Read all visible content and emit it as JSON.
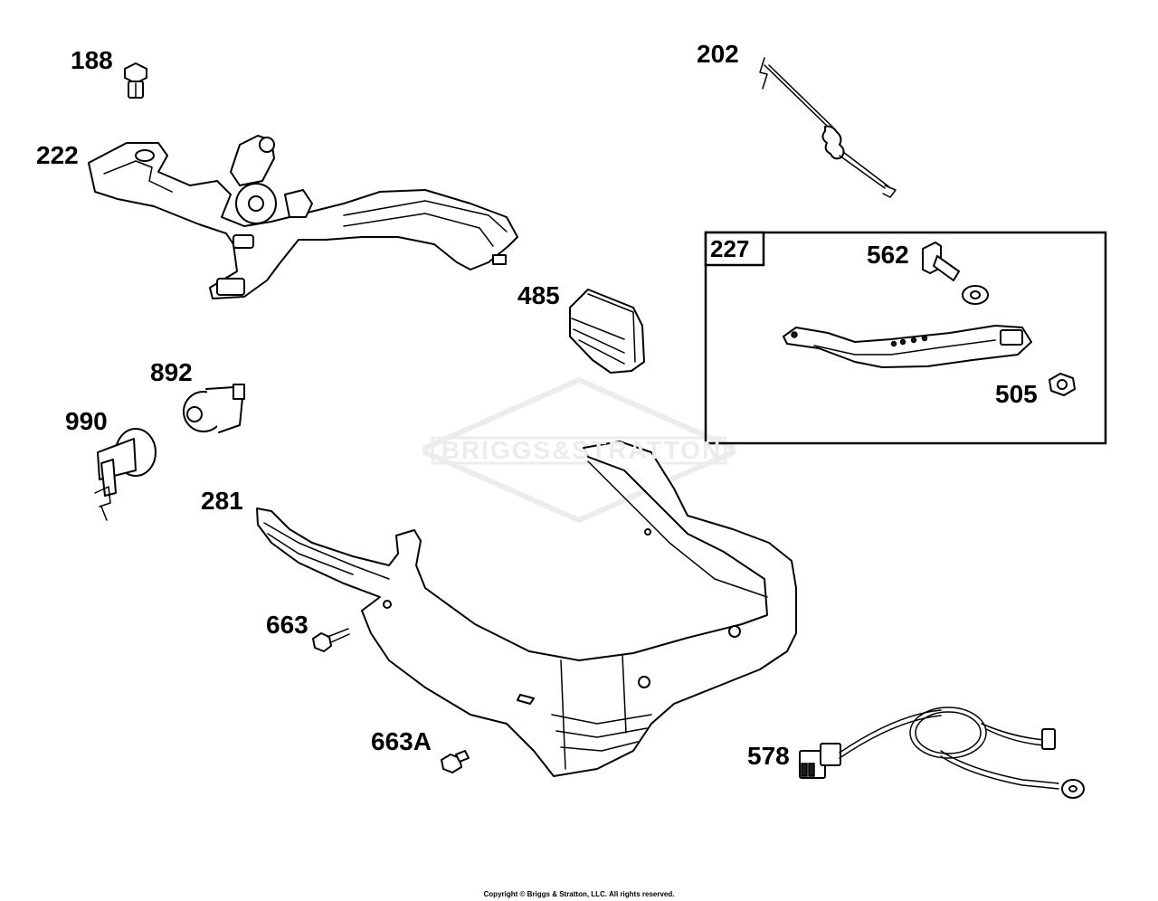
{
  "watermark": {
    "text": "BRIGGS&STRATTON"
  },
  "labels": {
    "p188": "188",
    "p222": "222",
    "p202": "202",
    "p227": "227",
    "p562": "562",
    "p485": "485",
    "p505": "505",
    "p892": "892",
    "p990": "990",
    "p281": "281",
    "p663": "663",
    "p663a": "663A",
    "p578": "578"
  },
  "footer": {
    "copyright": "Copyright © Briggs & Stratton, LLC. All rights reserved."
  },
  "colors": {
    "line": "#000000",
    "background": "#ffffff",
    "watermark": "#e6e6e6"
  }
}
